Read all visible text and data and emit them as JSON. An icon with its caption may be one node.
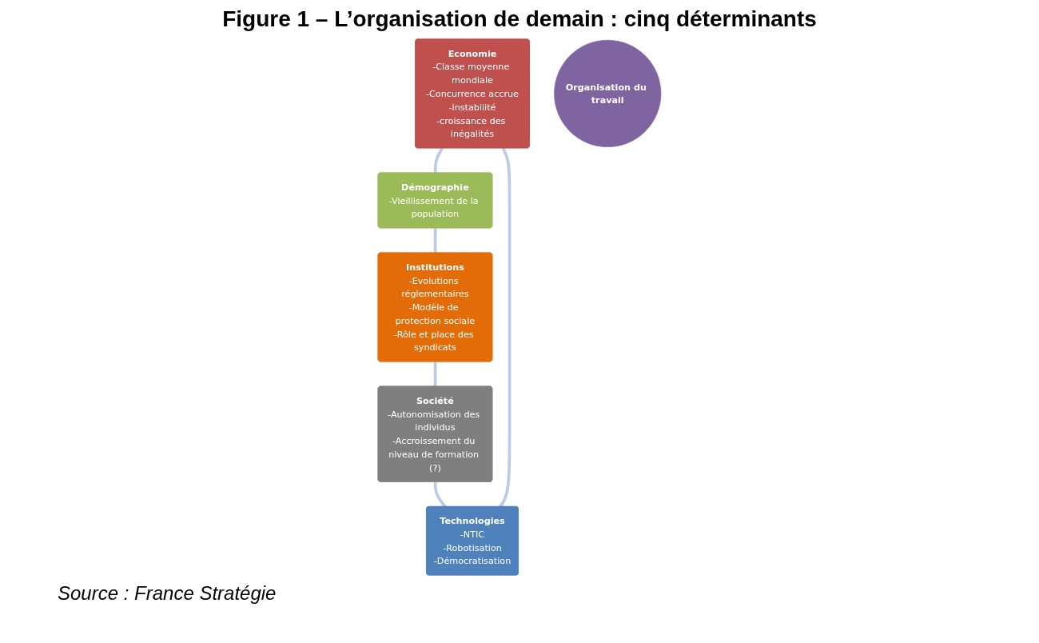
{
  "diagram": {
    "title": "Figure 1 – L’organisation de demain : cinq déterminants",
    "caption": "Source : France Stratégie",
    "nodes": [
      {
        "text": [
          "Economie",
          "-Classe moyenne mondiale",
          "-Concurrence accrue",
          "-instabilité",
          "-croissance des inégalités"
        ]
      },
      {
        "text": [
          "Technologies",
          "-NTIC",
          "-Robotisation",
          "-Démocratisation"
        ]
      },
      {
        "text": [
          "Démographie",
          "-Vieillissement de la population"
        ]
      },
      {
        "text": [
          "Organisation du travail"
        ]
      },
      {
        "text": [
          "Société",
          "-Autonomisation des individus",
          "-Accroissement du niveau de formation (?)"
        ]
      },
      {
        "text": [
          "Institutions",
          "-Evolutions réglementaires",
          "-Modèle de protection sociale",
          "-Rôle et place des syndicats"
        ]
      }
    ],
    "edges": [
      {
        "from": 0,
        "to": 2,
        "arrow": "none"
      },
      {
        "from": 2,
        "to": 5,
        "arrow": "none"
      },
      {
        "from": 5,
        "to": 4,
        "arrow": "none"
      },
      {
        "from": 4,
        "to": 1,
        "arrow": "none"
      },
      {
        "from": 1,
        "to": 0,
        "arrow": "none"
      }
    ]
  }
}
